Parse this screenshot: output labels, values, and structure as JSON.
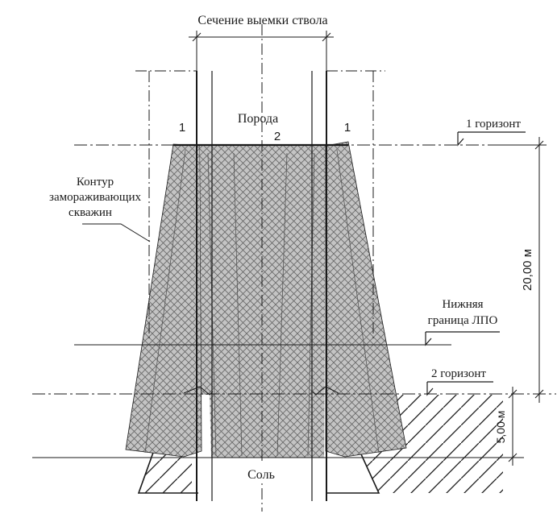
{
  "labels": {
    "section_title": "Сечение выемки ствола",
    "rock": "Порода",
    "marker_1_left": "1",
    "marker_2": "2",
    "marker_1_right": "1",
    "horizon_1": "1 горизонт",
    "contour_line1": "Контур",
    "contour_line2": "замораживающих",
    "contour_line3": "скважин",
    "lower_line1": "Нижняя",
    "lower_line2": "граница ЛПО",
    "horizon_2": "2 горизонт",
    "dim_20": "20,00 м",
    "dim_5": "5,00 м",
    "salt": "Соль"
  },
  "colors": {
    "ink": "#1a1a1a",
    "hatch_fill": "#b5b5b5",
    "background": "#ffffff"
  }
}
